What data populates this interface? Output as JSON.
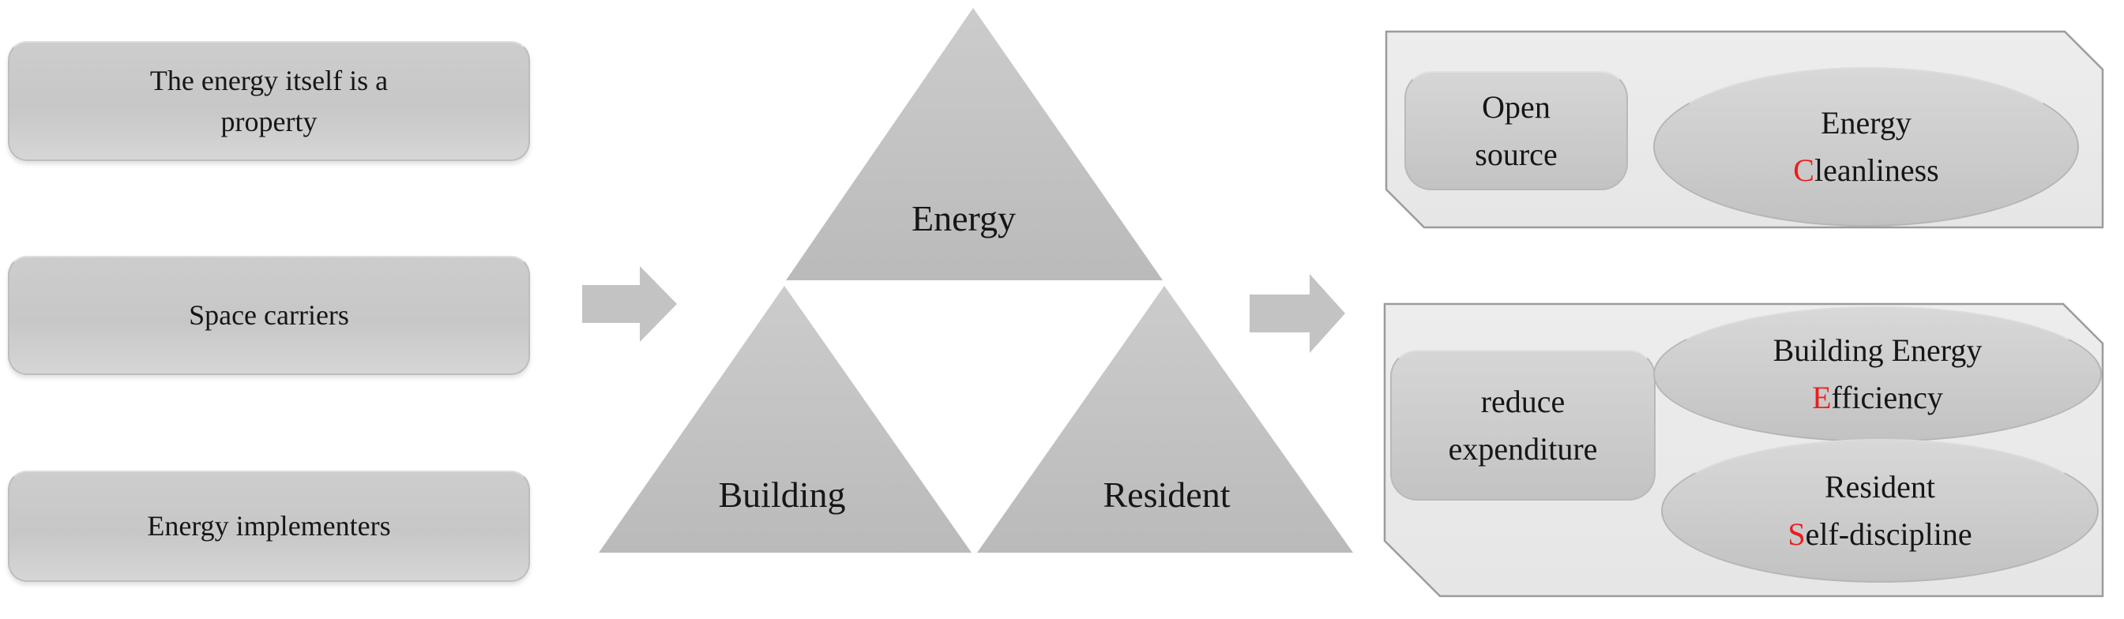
{
  "colors": {
    "accent_red": "#ee1c1c",
    "shape_gray": "#c6c6c6",
    "panel_gray": "#eaeaea",
    "border_gray": "#9c9c9c"
  },
  "left_column": {
    "boxes": [
      {
        "lines": [
          "The energy itself is a",
          "property"
        ]
      },
      {
        "lines": [
          "Space carriers"
        ]
      },
      {
        "lines": [
          "Energy implementers"
        ]
      }
    ]
  },
  "triangle": {
    "top_label": "Energy",
    "bottom_left_label": "Building",
    "bottom_right_label": "Resident"
  },
  "right_column": {
    "top_panel": {
      "box_lines": [
        "Open",
        "source"
      ],
      "ellipse": {
        "line1": "Energy",
        "line2_red": "C",
        "line2_rest": "leanliness"
      }
    },
    "bottom_panel": {
      "box_lines": [
        "reduce",
        "expenditure"
      ],
      "ellipses": [
        {
          "line1": "Building Energy",
          "line2_red": "E",
          "line2_rest": "fficiency"
        },
        {
          "line1": "Resident",
          "line2_red": "S",
          "line2_rest": "elf-discipline"
        }
      ]
    }
  }
}
